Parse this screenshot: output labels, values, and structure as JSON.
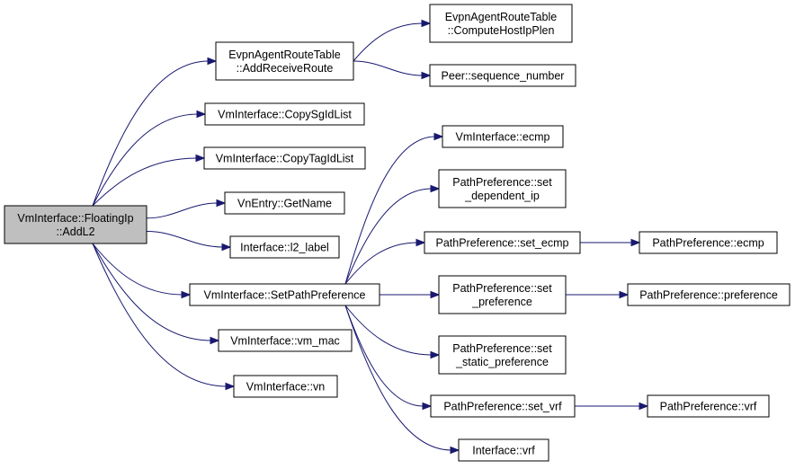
{
  "nodes": [
    {
      "id": "root",
      "lines": [
        "VmInterface::FloatingIp",
        "::AddL2"
      ],
      "root": true
    },
    {
      "id": "add_receive_route",
      "lines": [
        "EvpnAgentRouteTable",
        "::AddReceiveRoute"
      ]
    },
    {
      "id": "copy_sg_id_list",
      "lines": [
        "VmInterface::CopySgIdList"
      ]
    },
    {
      "id": "copy_tag_id_list",
      "lines": [
        "VmInterface::CopyTagIdList"
      ]
    },
    {
      "id": "vn_get_name",
      "lines": [
        "VnEntry::GetName"
      ]
    },
    {
      "id": "l2_label",
      "lines": [
        "Interface::l2_label"
      ]
    },
    {
      "id": "set_path_preference",
      "lines": [
        "VmInterface::SetPathPreference"
      ]
    },
    {
      "id": "vm_mac",
      "lines": [
        "VmInterface::vm_mac"
      ]
    },
    {
      "id": "vm_vn",
      "lines": [
        "VmInterface::vn"
      ]
    },
    {
      "id": "compute_host_ip_plen",
      "lines": [
        "EvpnAgentRouteTable",
        "::ComputeHostIpPlen"
      ]
    },
    {
      "id": "sequence_number",
      "lines": [
        "Peer::sequence_number"
      ]
    },
    {
      "id": "vm_ecmp",
      "lines": [
        "VmInterface::ecmp"
      ]
    },
    {
      "id": "set_dependent_ip",
      "lines": [
        "PathPreference::set",
        "_dependent_ip"
      ]
    },
    {
      "id": "set_ecmp",
      "lines": [
        "PathPreference::set_ecmp"
      ]
    },
    {
      "id": "set_preference",
      "lines": [
        "PathPreference::set",
        "_preference"
      ]
    },
    {
      "id": "set_static_preference",
      "lines": [
        "PathPreference::set",
        "_static_preference"
      ]
    },
    {
      "id": "set_vrf",
      "lines": [
        "PathPreference::set_vrf"
      ]
    },
    {
      "id": "interface_vrf",
      "lines": [
        "Interface::vrf"
      ]
    },
    {
      "id": "pp_ecmp",
      "lines": [
        "PathPreference::ecmp"
      ]
    },
    {
      "id": "pp_preference",
      "lines": [
        "PathPreference::preference"
      ]
    },
    {
      "id": "pp_vrf",
      "lines": [
        "PathPreference::vrf"
      ]
    }
  ],
  "edges": [
    [
      "root",
      "add_receive_route"
    ],
    [
      "root",
      "copy_sg_id_list"
    ],
    [
      "root",
      "copy_tag_id_list"
    ],
    [
      "root",
      "vn_get_name"
    ],
    [
      "root",
      "l2_label"
    ],
    [
      "root",
      "set_path_preference"
    ],
    [
      "root",
      "vm_mac"
    ],
    [
      "root",
      "vm_vn"
    ],
    [
      "add_receive_route",
      "compute_host_ip_plen"
    ],
    [
      "add_receive_route",
      "sequence_number"
    ],
    [
      "set_path_preference",
      "vm_ecmp"
    ],
    [
      "set_path_preference",
      "set_dependent_ip"
    ],
    [
      "set_path_preference",
      "set_ecmp"
    ],
    [
      "set_path_preference",
      "set_preference"
    ],
    [
      "set_path_preference",
      "set_static_preference"
    ],
    [
      "set_path_preference",
      "set_vrf"
    ],
    [
      "set_path_preference",
      "interface_vrf"
    ],
    [
      "set_ecmp",
      "pp_ecmp"
    ],
    [
      "set_preference",
      "pp_preference"
    ],
    [
      "set_vrf",
      "pp_vrf"
    ]
  ],
  "colors": {
    "edge": "#191970",
    "root_fill": "#bfbfbf",
    "node_fill": "#ffffff",
    "border": "#000000"
  }
}
